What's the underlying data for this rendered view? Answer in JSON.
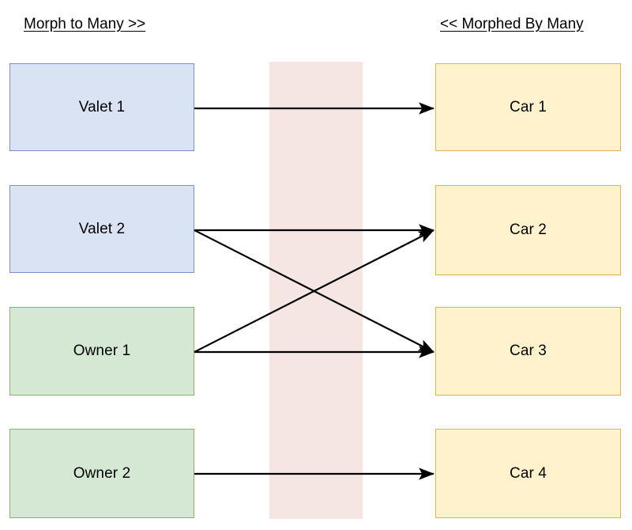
{
  "diagram": {
    "title_left": "Morph to Many >>",
    "title_right": "<< Morphed By Many",
    "colors": {
      "blue_fill": "#dae3f3",
      "blue_stroke": "#7892c2",
      "green_fill": "#d5e8d4",
      "green_stroke": "#82b366",
      "yellow_fill": "#fff2cc",
      "yellow_stroke": "#d6b656",
      "band_fill": "#f6e6e3",
      "arrow": "#000000"
    },
    "left_nodes": [
      {
        "label": "Valet 1",
        "kind": "blue"
      },
      {
        "label": "Valet 2",
        "kind": "blue"
      },
      {
        "label": "Owner 1",
        "kind": "green"
      },
      {
        "label": "Owner 2",
        "kind": "green"
      }
    ],
    "right_nodes": [
      {
        "label": "Car 1",
        "kind": "yellow"
      },
      {
        "label": "Car 2",
        "kind": "yellow"
      },
      {
        "label": "Car 3",
        "kind": "yellow"
      },
      {
        "label": "Car 4",
        "kind": "yellow"
      }
    ],
    "edges": [
      {
        "from": "Valet 1",
        "to": "Car 1"
      },
      {
        "from": "Valet 2",
        "to": "Car 2"
      },
      {
        "from": "Valet 2",
        "to": "Car 3"
      },
      {
        "from": "Owner 1",
        "to": "Car 2"
      },
      {
        "from": "Owner 1",
        "to": "Car 3"
      },
      {
        "from": "Owner 2",
        "to": "Car 4"
      }
    ]
  }
}
